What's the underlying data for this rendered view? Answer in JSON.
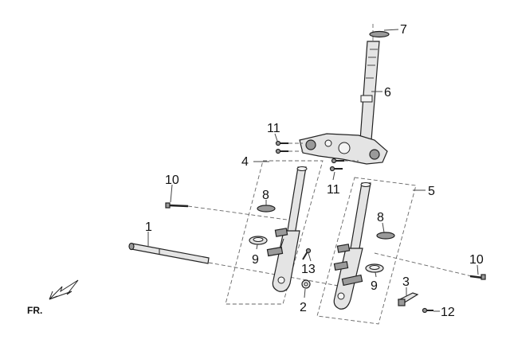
{
  "diagram": {
    "orientation_label": "FR.",
    "part_labels": {
      "p1": "1",
      "p2": "2",
      "p3": "3",
      "p4": "4",
      "p5": "5",
      "p6": "6",
      "p7": "7",
      "p8a": "8",
      "p8b": "8",
      "p9a": "9",
      "p9b": "9",
      "p10a": "10",
      "p10b": "10",
      "p11a": "11",
      "p11b": "11",
      "p12": "12",
      "p13": "13"
    }
  }
}
